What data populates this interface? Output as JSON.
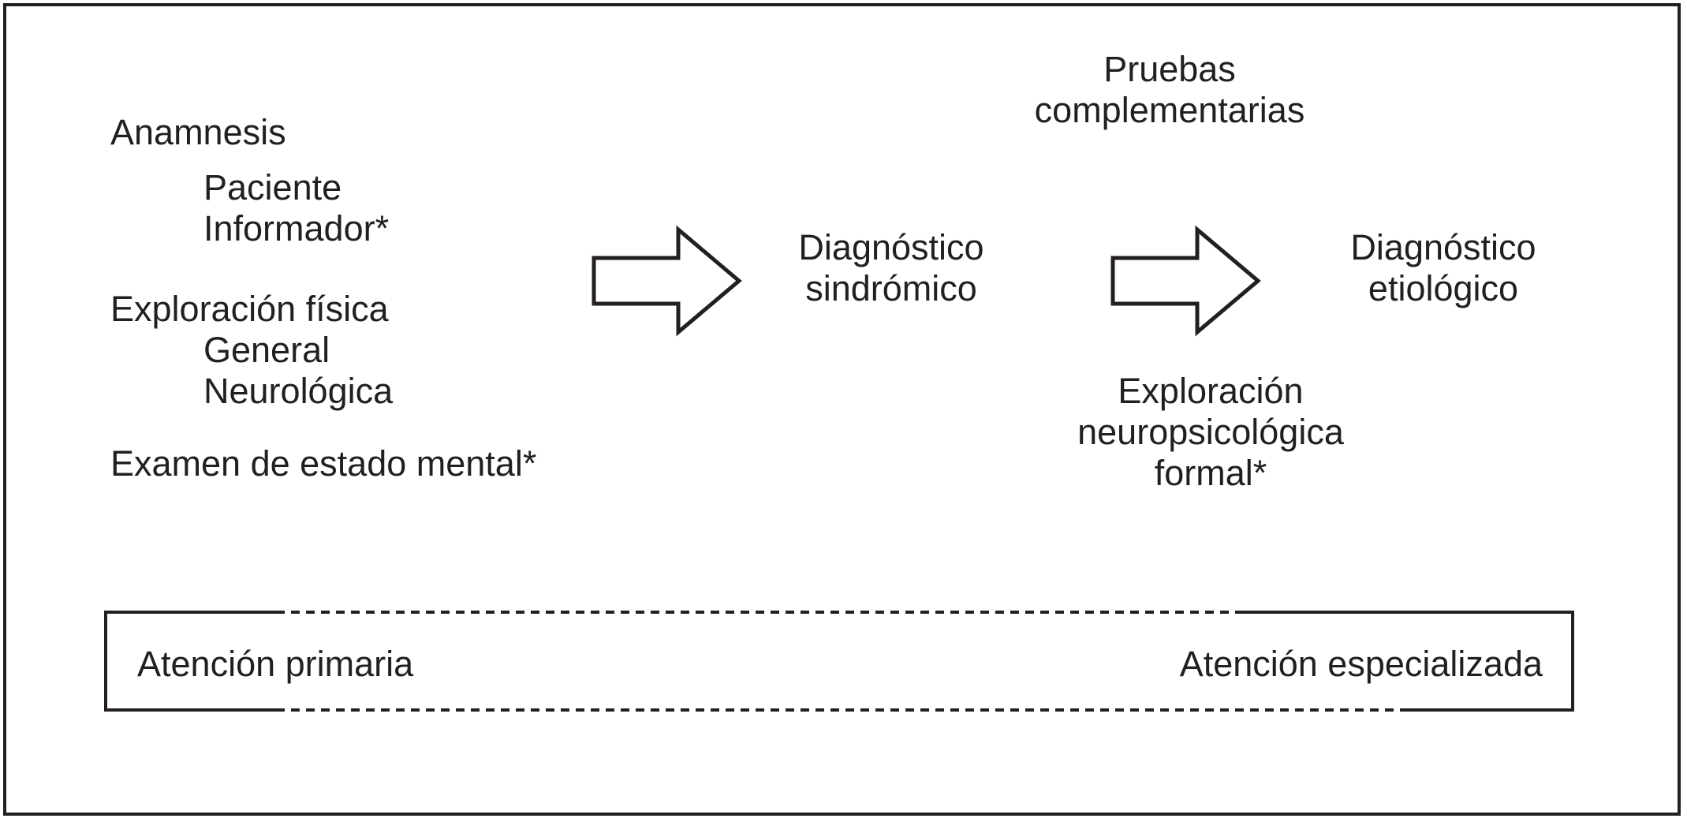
{
  "figure": {
    "type": "flow-diagram",
    "language": "es",
    "colors": {
      "ink": "#231f20",
      "background": "#ffffff"
    }
  },
  "clinical_column": {
    "anamnesis": "Anamnesis",
    "anamnesis_sub": [
      "Paciente",
      "Informador*"
    ],
    "exploracion_fisica": "Exploración física",
    "exploracion_fisica_sub": [
      "General",
      "Neurológica"
    ],
    "examen_mental": "Examen de estado mental*"
  },
  "flow": {
    "arrow_1": "arrow-right-outline",
    "stage_1": "Diagnóstico\nsindrómico",
    "stage_1_line_1": "Diagnóstico",
    "stage_1_line_2": "sindrómico",
    "arrow_2": "arrow-right-outline",
    "stage_2_line_1": "Diagnóstico",
    "stage_2_line_2": "etiológico",
    "above_arrow_2_line_1": "Pruebas",
    "above_arrow_2_line_2": "complementarias",
    "below_arrow_2_line_1": "Exploración",
    "below_arrow_2_line_2": "neuropsicológica",
    "below_arrow_2_line_3": "formal*"
  },
  "care_levels": {
    "primary": "Atención primaria",
    "specialized": "Atención especializada"
  }
}
